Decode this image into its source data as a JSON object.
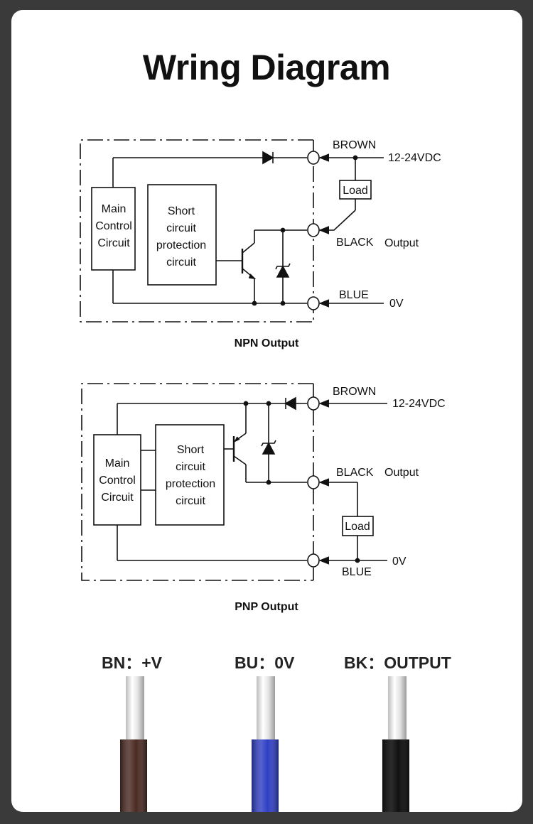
{
  "title": "Wring Diagram",
  "npn": {
    "caption": "NPN Output",
    "main_block": [
      "Main",
      "Control",
      "Circuit"
    ],
    "protect_block": [
      "Short",
      "circuit",
      "protection",
      "circuit"
    ],
    "brown": "BROWN",
    "black": "BLACK",
    "blue": "BLUE",
    "supply": "12-24VDC",
    "output": "Output",
    "zero": "0V",
    "load": "Load"
  },
  "pnp": {
    "caption": "PNP Output",
    "main_block": [
      "Main",
      "Control",
      "Circuit"
    ],
    "protect_block": [
      "Short",
      "circuit",
      "protection",
      "circuit"
    ],
    "brown": "BROWN",
    "black": "BLACK",
    "blue": "BLUE",
    "supply": "12-24VDC",
    "output": "Output",
    "zero": "0V",
    "load": "Load"
  },
  "wires": [
    {
      "label": "BN：+V",
      "color": "#4a2a22"
    },
    {
      "label": "BU：0V",
      "color": "#2f3fc4"
    },
    {
      "label": "BK：OUTPUT",
      "color": "#111111"
    }
  ]
}
